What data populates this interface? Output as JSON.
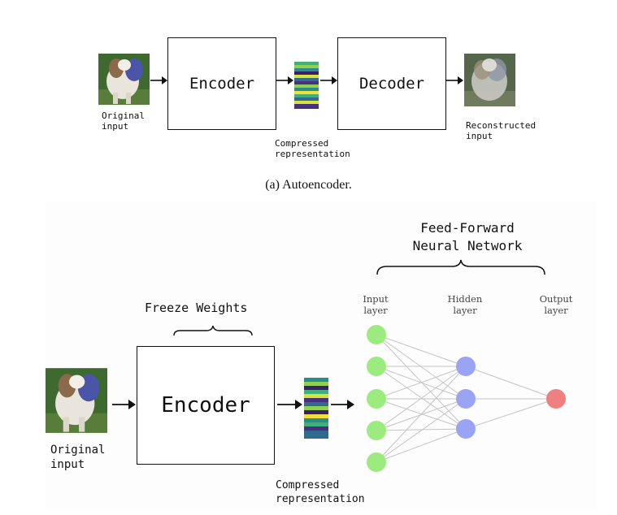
{
  "panel_a": {
    "original_input_label": "Original\ninput",
    "encoder_label": "Encoder",
    "decoder_label": "Decoder",
    "compressed_label": "Compressed\nrepresentation",
    "reconstructed_label": "Reconstructed\ninput",
    "caption": "(a) Autoencoder."
  },
  "panel_b": {
    "original_input_label": "Original\ninput",
    "encoder_label": "Encoder",
    "freeze_label": "Freeze Weights",
    "compressed_label": "Compressed\nrepresentation",
    "ffnn_title": "Feed-Forward\nNeural Network",
    "input_layer_label": "Input\nlayer",
    "hidden_layer_label": "Hidden\nlayer",
    "output_layer_label": "Output\nlayer"
  },
  "colors": {
    "input_node": "#9ceb7e",
    "hidden_node": "#9aa4f5",
    "output_node": "#f07f7f",
    "latent_palette": [
      "#3b1f6b",
      "#46307f",
      "#2f6b8e",
      "#2a8d8a",
      "#3fb07a",
      "#8fd14f",
      "#d6e33b",
      "#f0e03a"
    ]
  }
}
